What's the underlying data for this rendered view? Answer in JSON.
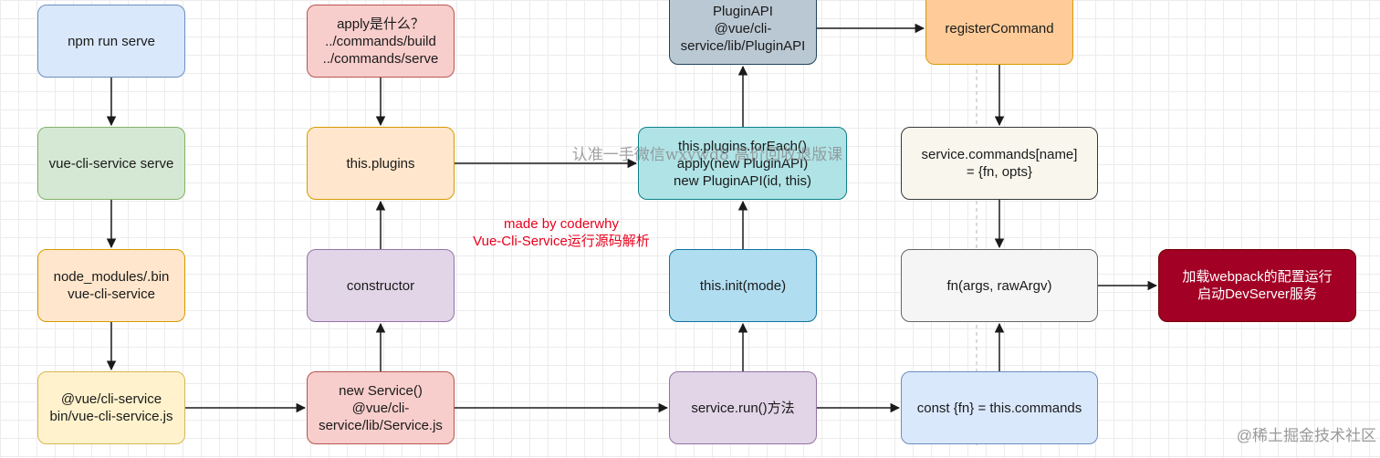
{
  "nodes": {
    "npm_run_serve": "npm run serve",
    "vue_cli_service_serve": "vue-cli-service serve",
    "node_modules_bin": "node_modules/.bin\nvue-cli-service",
    "vue_cli_service_bin": "@vue/cli-service\nbin/vue-cli-service.js",
    "apply_question": "apply是什么？\n../commands/build\n../commands/serve",
    "this_plugins": "this.plugins",
    "constructor": "constructor",
    "new_service": "new Service()\n@vue/cli-\nservice/lib/Service.js",
    "plugin_api": "PluginAPI\n@vue/cli-\nservice/lib/PluginAPI",
    "plugins_foreach": "this.plugins.forEach()\napply(new PluginAPI)\nnew PluginAPI(id, this)",
    "this_init": "this.init(mode)",
    "service_run": "service.run()方法",
    "register_command": "registerCommand",
    "service_commands": "service.commands[name]\n= {fn, opts}",
    "fn_args": "fn(args, rawArgv)",
    "const_fn": "const {fn} = this.commands",
    "load_webpack": "加载webpack的配置运行\n启动DevServer服务"
  },
  "note": {
    "line1": "made by coderwhy",
    "line2": "Vue-Cli-Service运行源码解析"
  },
  "watermark": "认准一手微信wxywd8 高价回收退版课",
  "site_watermark": "@稀土掘金技术社区",
  "colors": {
    "line": "#1a1a1a",
    "note": "#e8001c",
    "accent_dark_red": "#a20025"
  }
}
